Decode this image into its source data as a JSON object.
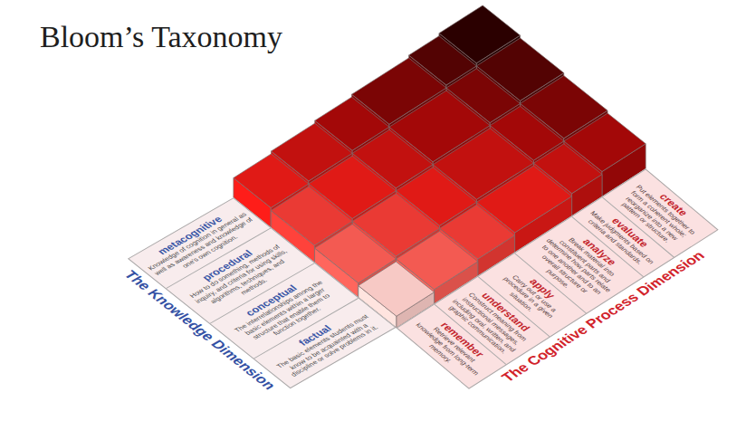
{
  "diagram": {
    "title": "Bloom’s Taxonomy",
    "nodes": [
      {
        "text": [
          "The Knowledge Dimension"
        ]
      },
      {
        "text": [
          "metacognitive",
          "Knowledge of cognition in general as well as awareness and knowledge of one's own cognition."
        ],
        "in": 0
      },
      {
        "text": [
          "procedural",
          "How to do something, methods of inquiry, and criteria for using skills, algorithms, techniques, and methods."
        ],
        "in": 0
      },
      {
        "text": [
          "conceptual",
          "The interrelationships among the basic elements within a larger structure that enable them to function together."
        ],
        "in": 0
      },
      {
        "text": [
          "factual",
          "The basic elements students must know to be acquainted with a discipline or solve problems in it."
        ],
        "in": 0
      },
      {
        "text": [
          "The Cognitive Process Dimension"
        ]
      },
      {
        "text": [
          "create",
          "Put elements together to form a coherent whole; reorganize into a new pattern or structure."
        ],
        "in": 5
      },
      {
        "text": [
          "evaluate",
          "Make judgments based on criteria and standards."
        ],
        "in": 5
      },
      {
        "text": [
          "analyze",
          "Break material into constituent parts and determine how parts relate to one another and to an overall structure or purpose."
        ],
        "in": 5
      },
      {
        "text": [
          "apply",
          "Carry out or use a procedure in a given situation."
        ],
        "in": 5
      },
      {
        "text": [
          "understand",
          "Construct meaning from instructional messages, including oral, written, and graphic communication."
        ],
        "in": 5
      },
      {
        "text": [
          "remember",
          "Retrieve relevant knowledge from long-term memory."
        ],
        "in": 5
      }
    ]
  }
}
